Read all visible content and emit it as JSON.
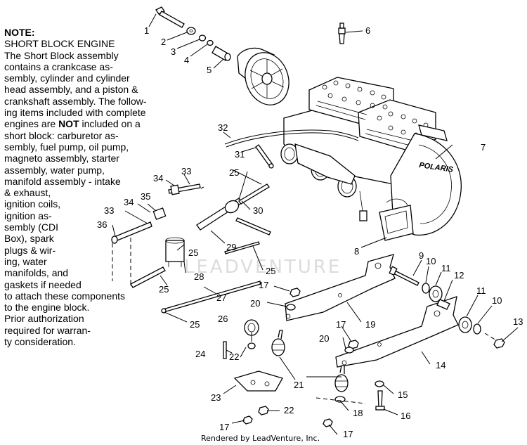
{
  "note": {
    "title": "NOTE:",
    "lines": [
      "SHORT BLOCK ENGINE",
      "The Short Block assembly",
      "contains a crankcase as-",
      "sembly, cylinder and cylinder",
      "head assembly, and a piston &",
      "crankshaft assembly.  The follow-",
      "ing items included with complete",
      "engines are ",
      "short block:  carburetor as-",
      "sembly, fuel pump, oil pump,",
      "magneto assembly, starter",
      "assembly, water pump,",
      "manifold assembly - intake",
      "& exhaust,",
      "ignition coils,",
      "ignition as-",
      "sembly (CDI",
      "Box), spark",
      "plugs & wir-",
      "ing, water",
      "manifolds, and",
      "gaskets if needed",
      "to attach these components",
      "to the engine block.",
      "Prior authorization",
      "required for warran-",
      "ty consideration."
    ],
    "emphasis": "NOT",
    "emphasis_suffix": " included on a"
  },
  "callouts": {
    "c1": "1",
    "c2": "2",
    "c3": "3",
    "c4": "4",
    "c5": "5",
    "c6": "6",
    "c7": "7",
    "c8": "8",
    "c9": "9",
    "c10a": "10",
    "c10b": "10",
    "c11a": "11",
    "c11b": "11",
    "c12": "12",
    "c13": "13",
    "c14": "14",
    "c15": "15",
    "c16": "16",
    "c17a": "17",
    "c17b": "17",
    "c17c": "17",
    "c17d": "17",
    "c18": "18",
    "c19": "19",
    "c20a": "20",
    "c20b": "20",
    "c21": "21",
    "c22a": "22",
    "c22b": "22",
    "c23": "23",
    "c24": "24",
    "c25a": "25",
    "c25b": "25",
    "c25c": "25",
    "c25d": "25",
    "c25e": "25",
    "c26": "26",
    "c27": "27",
    "c28": "28",
    "c29": "29",
    "c30": "30",
    "c31": "31",
    "c32": "32",
    "c33a": "33",
    "c33b": "33",
    "c34a": "34",
    "c34b": "34",
    "c35": "35",
    "c36": "36"
  },
  "watermark": "LEADVENTURE",
  "footer": "Rendered by LeadVenture, Inc.",
  "engine_brand": "POLARIS"
}
